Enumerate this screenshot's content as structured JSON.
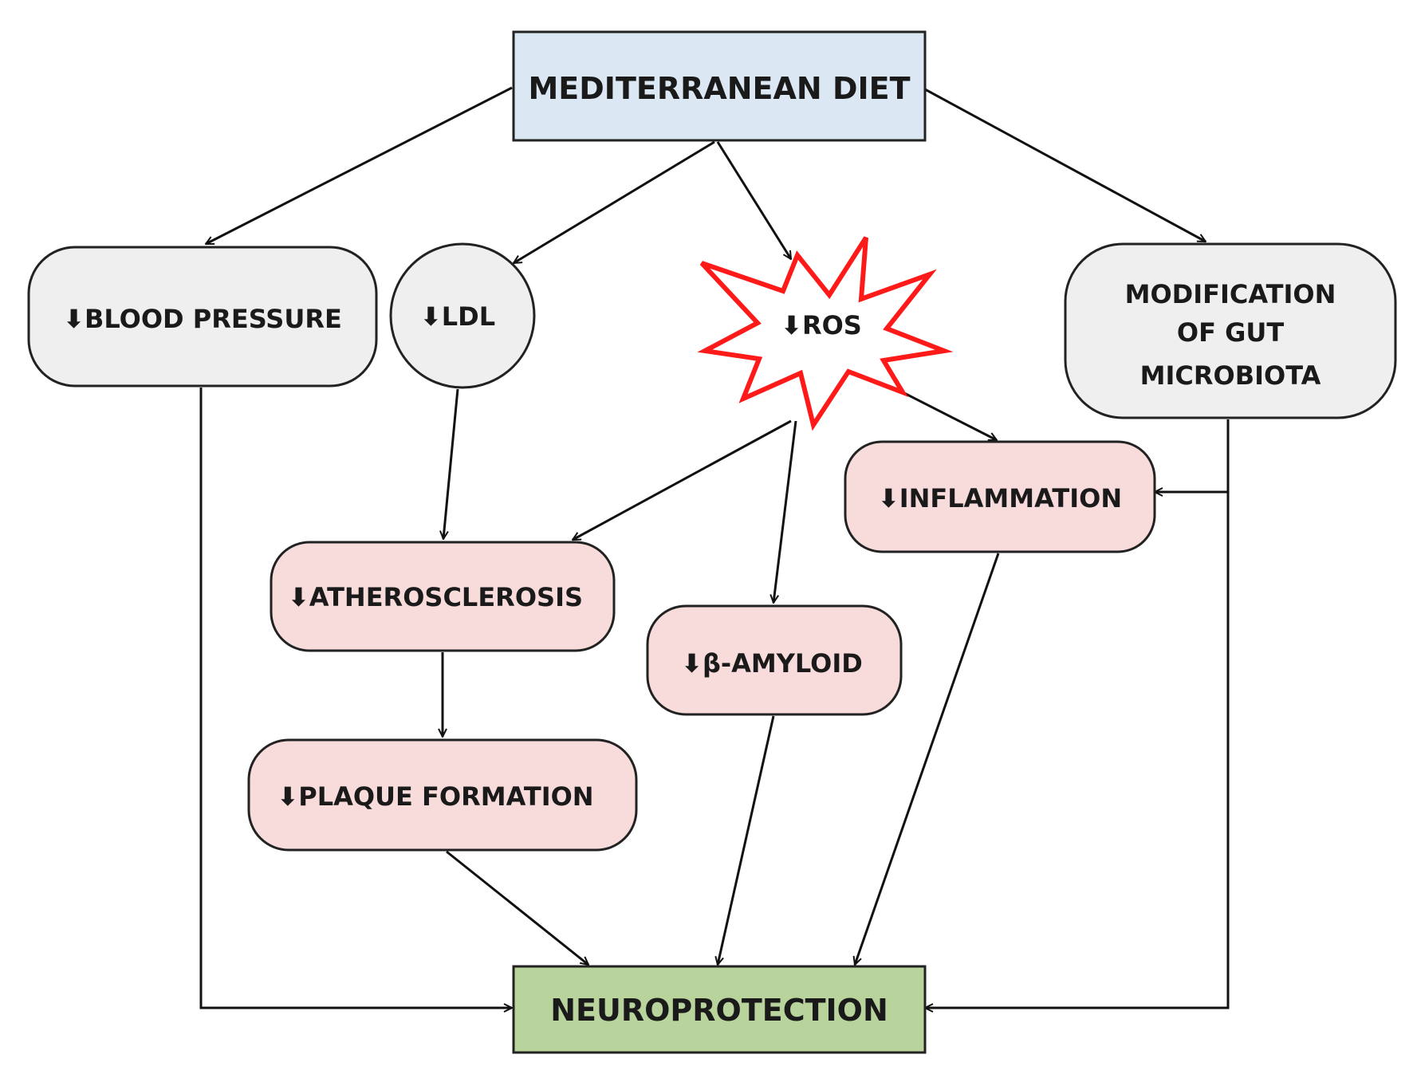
{
  "diagram": {
    "arrow_glyph": "⬇",
    "nodes": {
      "mediterranean_diet": {
        "label": "MEDITERRANEAN DIET",
        "fill": "#dbe8f3"
      },
      "blood_pressure": {
        "label": "BLOOD PRESSURE",
        "fill": "#efefef"
      },
      "ldl": {
        "label": "LDL",
        "fill": "#efefef"
      },
      "ros": {
        "label": "ROS",
        "fill": "#ffffff",
        "stroke": "#ff1a1a"
      },
      "gut_microbiota": {
        "lines": [
          "MODIFICATION",
          "OF GUT",
          "MICROBIOTA"
        ],
        "fill": "#efefef"
      },
      "inflammation": {
        "label": "INFLAMMATION",
        "fill": "#f8dcdc"
      },
      "atherosclerosis": {
        "label": "ATHEROSCLEROSIS",
        "fill": "#f8dcdc"
      },
      "beta_amyloid": {
        "label": "β-AMYLOID",
        "fill": "#f8dcdc"
      },
      "plaque_formation": {
        "label": "PLAQUE FORMATION",
        "fill": "#f8dcdc"
      },
      "neuroprotection": {
        "label": "NEUROPROTECTION",
        "fill": "#b8d39b"
      }
    }
  }
}
